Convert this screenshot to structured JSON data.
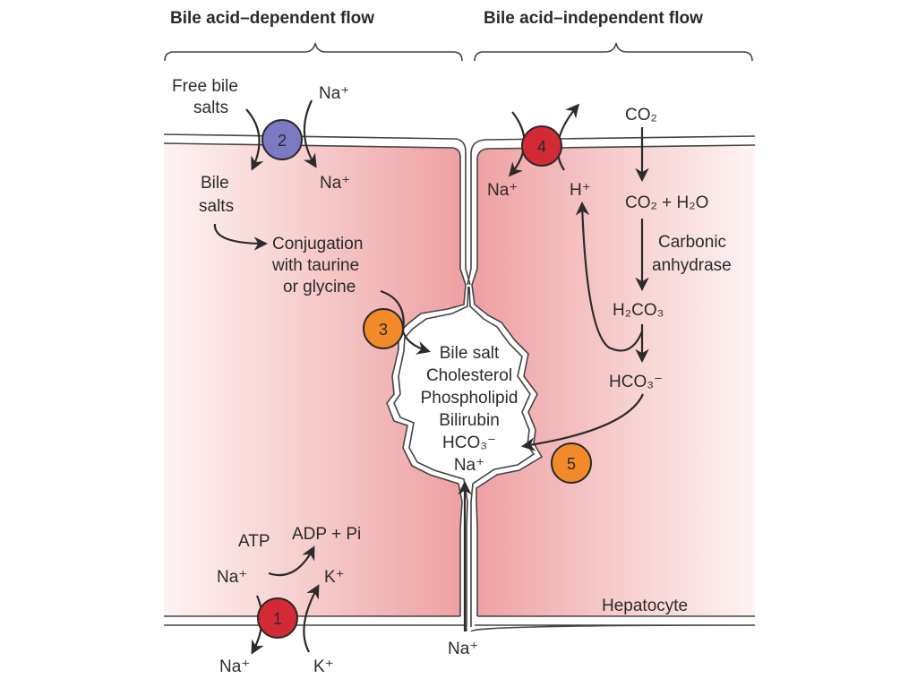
{
  "headers": {
    "left": "Bile acid–dependent flow",
    "right": "Bile acid–independent flow"
  },
  "colors": {
    "cell_pink": "#f0a9aa",
    "transporter_2": "#7c7ac2",
    "transporter_1_4": "#d42a35",
    "transporter_3_5": "#f28a2a"
  },
  "transporters": [
    {
      "number": "1",
      "color": "#d42a35"
    },
    {
      "number": "2",
      "color": "#7c7ac2"
    },
    {
      "number": "3",
      "color": "#f28a2a"
    },
    {
      "number": "4",
      "color": "#d42a35"
    },
    {
      "number": "5",
      "color": "#f28a2a"
    }
  ],
  "left_cell": {
    "free_bile_salts": [
      "Free bile",
      "salts"
    ],
    "na_out_top": "Na⁺",
    "bile_salts": [
      "Bile",
      "salts"
    ],
    "na_in_top": "Na⁺",
    "conjugation": [
      "Conjugation",
      "with taurine",
      "or glycine"
    ],
    "atp": "ATP",
    "adp_pi": "ADP + Pi",
    "na_in_bottom": "Na⁺",
    "k_in": "K⁺",
    "na_out_bottom": "Na⁺",
    "k_out": "K⁺"
  },
  "canaliculus": {
    "contents": [
      "Bile salt",
      "Cholesterol",
      "Phospholipid",
      "Bilirubin",
      "HCO₃⁻",
      "Na⁺"
    ],
    "na_paracellular": "Na⁺"
  },
  "right_cell": {
    "na": "Na⁺",
    "h": "H⁺",
    "co2": "CO₂",
    "co2_h2o": "CO₂ + H₂O",
    "enzyme": [
      "Carbonic",
      "anhydrase"
    ],
    "h2co3": "H₂CO₃",
    "hco3": "HCO₃⁻",
    "cell_label": "Hepatocyte"
  }
}
